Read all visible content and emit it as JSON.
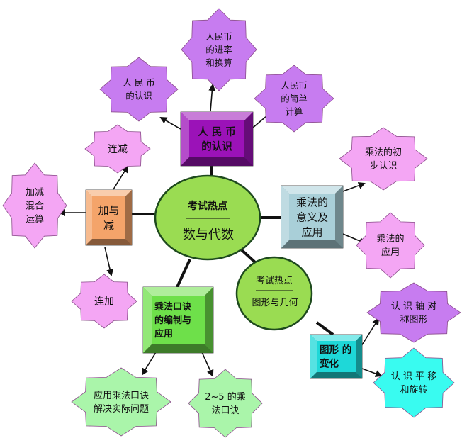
{
  "center": {
    "title": "考试热点",
    "subtitle": "数与代数"
  },
  "secondary": {
    "title": "考试热点",
    "subtitle": "图形与几何"
  },
  "boxes": {
    "rmb": {
      "line1": "人 民 币",
      "line2": "的认识",
      "color": "#9b12b8"
    },
    "multiply_meaning": {
      "line1": "乘法的",
      "line2": "意义及",
      "line3": "应用",
      "color": "#a9cfd8"
    },
    "addsub": {
      "line1": "加与",
      "line2": "减",
      "color": "#f4a46a"
    },
    "table": {
      "line1": "乘法口诀",
      "line2": "的编制与",
      "line3": "应用",
      "color": "#6ee04a"
    },
    "shape_change": {
      "line1": "图形 的",
      "line2": "变化",
      "color": "#1ed8d8"
    }
  },
  "stars": {
    "rmb_exchange": [
      "人民币",
      "的进率",
      "和换算"
    ],
    "rmb_know": [
      "人 民 币",
      "的认识"
    ],
    "rmb_simple": [
      "人民币",
      "的简单",
      "计算"
    ],
    "liansub": [
      "连减"
    ],
    "mixed": [
      "加减",
      "混合",
      "运算"
    ],
    "lianadd": [
      "连加"
    ],
    "mult_first": [
      "乘法的初",
      "步认识"
    ],
    "mult_app": [
      "乘法的",
      "应用"
    ],
    "table_app": [
      "应用乘法口诀",
      "解决实际问题"
    ],
    "table_2to5": [
      "2~5 的乘",
      "法口诀"
    ],
    "axis_sym": [
      "认 识 轴 对",
      "称图形"
    ],
    "translate_rotate": [
      "认 识 平 移",
      "和旋转"
    ]
  },
  "colors": {
    "center_fill": "#9adc52",
    "secondary_fill": "#9adc52",
    "star_pink": "#f4a6f4",
    "star_violet": "#c77cf0",
    "star_green": "#aaf5aa",
    "star_cyan": "#39fbf0"
  }
}
